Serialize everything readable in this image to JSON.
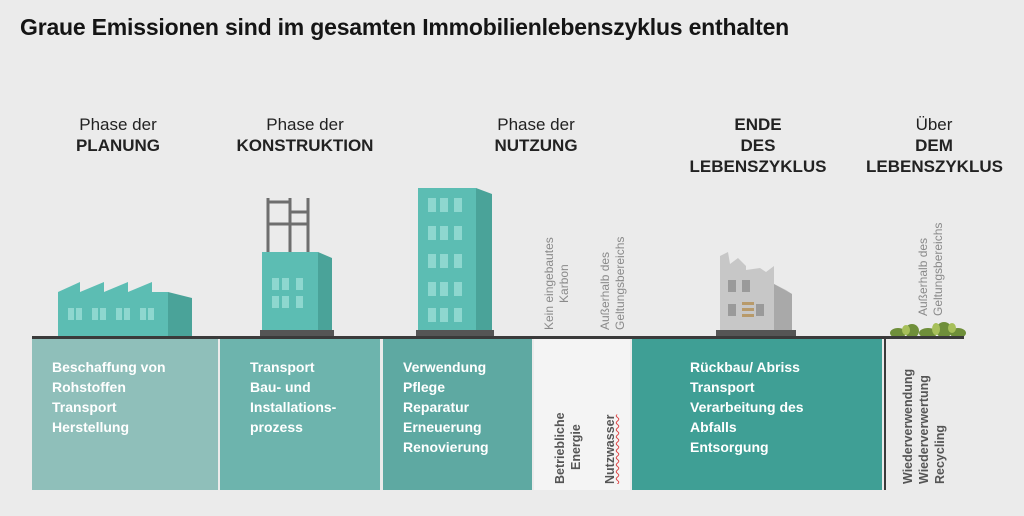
{
  "title": "Graue Emissionen sind im gesamten Immobilienlebenszyklus enthalten",
  "phases": [
    {
      "light": "Phase der",
      "bold": "PLANUNG"
    },
    {
      "light": "Phase der",
      "bold": "KONSTRUKTION"
    },
    {
      "light": "Phase der",
      "bold": "NUTZUNG"
    },
    {
      "line1": "ENDE",
      "line2": "DES",
      "line3": "LEBENSZYKLUS"
    },
    {
      "light": "Über",
      "bold1": "DEM",
      "bold2": "LEBENSZYKLUS"
    }
  ],
  "blocks": [
    {
      "items": [
        "Beschaffung von",
        "Rohstoffen",
        "Transport",
        "Herstellung"
      ]
    },
    {
      "items": [
        "Transport",
        "Bau- und",
        "Installations-",
        "prozess"
      ]
    },
    {
      "items": [
        "Verwendung",
        "Pflege",
        "Reparatur",
        "Erneuerung",
        "Renovierung"
      ]
    },
    {
      "items": [
        "Rückbau/ Abriss",
        "Transport",
        "Verarbeitung des",
        "Abfalls",
        "Entsorgung"
      ]
    }
  ],
  "vertical_labels": {
    "kein_karbon": [
      "Kein eingebautes",
      "Karbon"
    ],
    "ausserhalb_1": [
      "Außerhalb des",
      "Geltungsbereichs"
    ],
    "ausserhalb_2": [
      "Außerhalb des",
      "Geltungsbereichs"
    ],
    "betriebliche": [
      "Betriebliche",
      "Energie"
    ],
    "nutzwasser": "Nutzwasser",
    "recycling": [
      "Wiederverwendung",
      "Wiederverwertung",
      "Recycling"
    ]
  },
  "colors": {
    "block1": "#8fbfba",
    "block2": "#6db4ad",
    "block3": "#5ea9a2",
    "block4": "#3f9f95",
    "building_light": "#5cbdb3",
    "building_dark": "#4aa399",
    "window": "#8ed7cf",
    "ground": "#3a3a3a"
  }
}
